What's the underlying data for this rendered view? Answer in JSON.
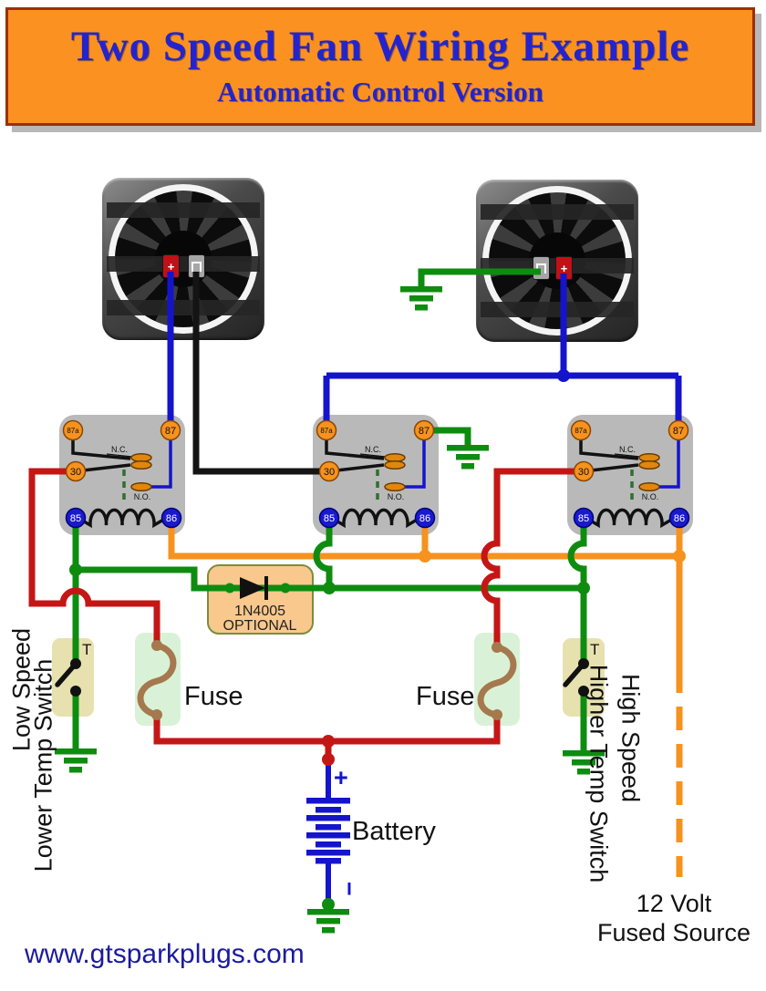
{
  "header": {
    "title": "Two Speed Fan Wiring Example",
    "subtitle": "Automatic Control Version"
  },
  "relay": {
    "t87a": "87a",
    "t87": "87",
    "t30": "30",
    "t85": "85",
    "t86": "86",
    "nc": "N.C.",
    "no": "N.O."
  },
  "diode": {
    "part": "1N4005",
    "note": "OPTIONAL"
  },
  "fuses": {
    "left": "Fuse",
    "right": "Fuse"
  },
  "battery": {
    "label": "Battery",
    "plus": "+",
    "minus": "−"
  },
  "switches": {
    "t_left": "T",
    "t_right": "T",
    "low_line1": "Low Speed",
    "low_line2": "Lower Temp Switch",
    "high_line1": "High Speed",
    "high_line2": "Higher Temp Switch"
  },
  "source": {
    "line1": "12 Volt",
    "line2": "Fused Source"
  },
  "footer": {
    "website": "www.gtsparkplugs.com"
  },
  "colors": {
    "wire_blue": "#1414cc",
    "wire_green": "#0e8c10",
    "wire_red": "#c51616",
    "wire_orange": "#f6921e",
    "wire_black": "#141414",
    "fuse_brown": "#a5784e",
    "header_bg": "#fb9120",
    "header_text": "#2424cc",
    "relay_body": "#b9b9b9"
  }
}
